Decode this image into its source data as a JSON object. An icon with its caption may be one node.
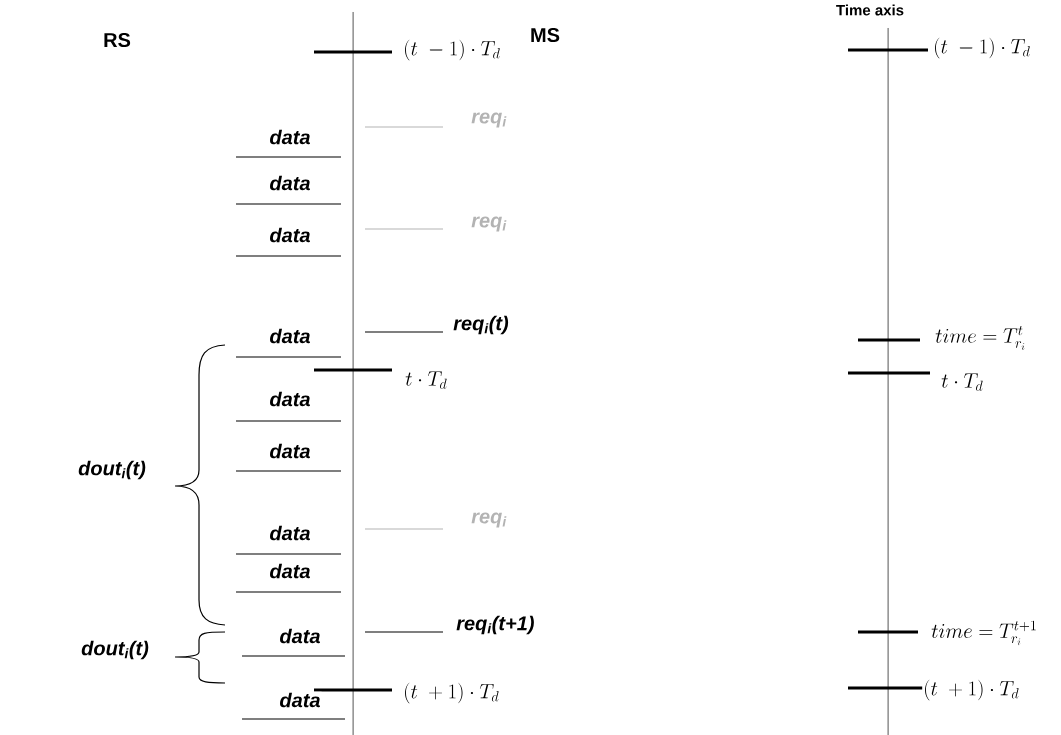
{
  "diagram": {
    "labels": [
      "RS",
      "(t\\ -1)\\cdot T_{d}",
      "MS",
      "Time axis",
      "(t\\ -1)\\cdot T_{d}",
      "req$_{i}$",
      "data",
      "data",
      "req$_{i}$",
      "data",
      "req$_{i}$(t)",
      "time=T_{r_{i}}^{t}",
      "data",
      "t\\cdot T_{d}",
      "t\\cdot T_{d}",
      "data",
      "data",
      "dout$_{i}$(t)",
      "req$_{i}$",
      "data",
      "data",
      "req$_{i}$(t+1)",
      "time=T_{r_{i}}^{t+1}",
      "data",
      "dout$_{i}$(t)",
      "data",
      "(t\\ +1)\\cdot T_{d}",
      "(t\\ +1)\\cdot T_{d}"
    ]
  }
}
